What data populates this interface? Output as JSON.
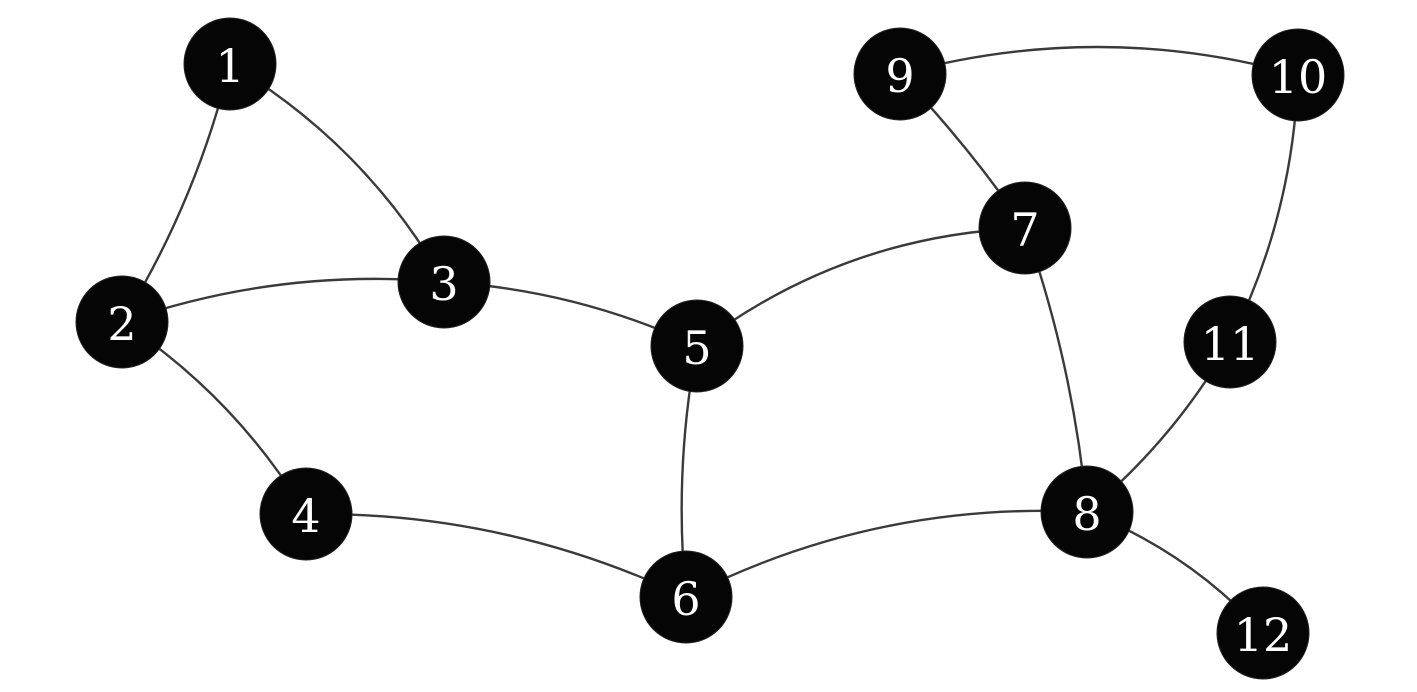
{
  "graph": {
    "nodes": [
      {
        "id": "1",
        "label": "1"
      },
      {
        "id": "2",
        "label": "2"
      },
      {
        "id": "3",
        "label": "3"
      },
      {
        "id": "4",
        "label": "4"
      },
      {
        "id": "5",
        "label": "5"
      },
      {
        "id": "6",
        "label": "6"
      },
      {
        "id": "7",
        "label": "7"
      },
      {
        "id": "8",
        "label": "8"
      },
      {
        "id": "9",
        "label": "9"
      },
      {
        "id": "10",
        "label": "10"
      },
      {
        "id": "11",
        "label": "11"
      },
      {
        "id": "12",
        "label": "12"
      }
    ],
    "edges": [
      {
        "source": "1",
        "target": "2"
      },
      {
        "source": "1",
        "target": "3"
      },
      {
        "source": "2",
        "target": "3"
      },
      {
        "source": "2",
        "target": "4"
      },
      {
        "source": "3",
        "target": "5"
      },
      {
        "source": "4",
        "target": "6"
      },
      {
        "source": "5",
        "target": "6"
      },
      {
        "source": "5",
        "target": "7"
      },
      {
        "source": "7",
        "target": "9"
      },
      {
        "source": "9",
        "target": "10"
      },
      {
        "source": "10",
        "target": "11"
      },
      {
        "source": "7",
        "target": "8"
      },
      {
        "source": "11",
        "target": "8"
      },
      {
        "source": "6",
        "target": "8"
      },
      {
        "source": "8",
        "target": "12"
      }
    ],
    "node_color": "#050505",
    "label_color": "#ffffff",
    "edge_color": "#3a3a3a"
  }
}
